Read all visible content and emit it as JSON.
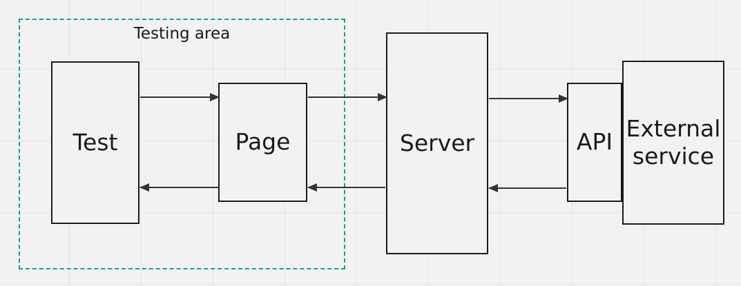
{
  "diagram": {
    "testing_area": {
      "label": "Testing area",
      "border_color": "#16a085"
    },
    "nodes": [
      {
        "id": "test",
        "label": "Test"
      },
      {
        "id": "page",
        "label": "Page"
      },
      {
        "id": "server",
        "label": "Server"
      },
      {
        "id": "api",
        "label": "API"
      },
      {
        "id": "external",
        "label": "External\nservice"
      }
    ],
    "edges": [
      {
        "from": "test",
        "to": "page"
      },
      {
        "from": "page",
        "to": "test"
      },
      {
        "from": "page",
        "to": "server"
      },
      {
        "from": "server",
        "to": "page"
      },
      {
        "from": "server",
        "to": "api"
      },
      {
        "from": "api",
        "to": "server"
      }
    ],
    "line_color": "#333333",
    "background": "#f2f2f2"
  }
}
